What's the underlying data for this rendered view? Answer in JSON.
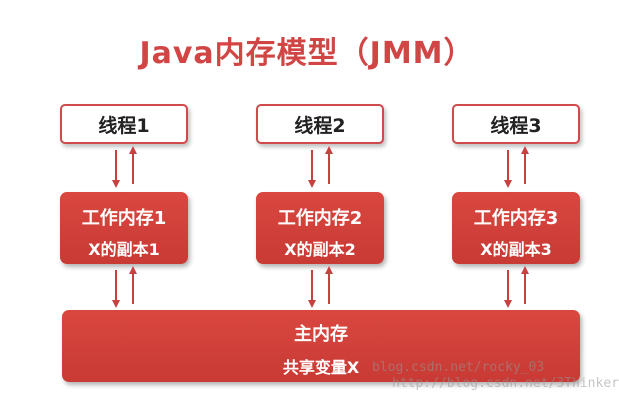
{
  "title": "Java内存模型（JMM）",
  "threads": [
    {
      "label": "线程1"
    },
    {
      "label": "线程2"
    },
    {
      "label": "线程3"
    }
  ],
  "working_memories": [
    {
      "label": "工作内存1",
      "copy": "X的副本1"
    },
    {
      "label": "工作内存2",
      "copy": "X的副本2"
    },
    {
      "label": "工作内存3",
      "copy": "X的副本3"
    }
  ],
  "main_memory": {
    "label": "主内存",
    "shared": "共享变量X"
  },
  "watermarks": [
    "blog.csdn.net/rocky_03",
    "http://blog.csdn.net/3Thinker"
  ],
  "colors": {
    "accent": "#d14545",
    "box_fill": "#d9473f",
    "arrow": "#c84040"
  }
}
